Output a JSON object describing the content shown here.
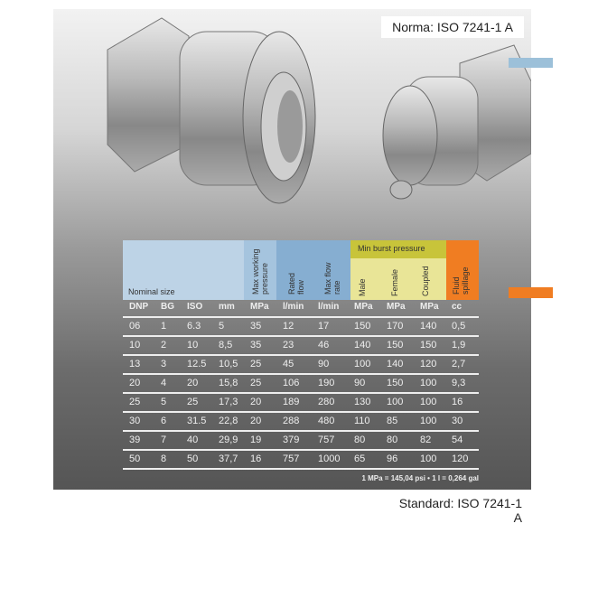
{
  "norma": "Norma: ISO 7241-1 A",
  "standard": "Standard: ISO 7241-1 A",
  "colors": {
    "nominal": "#bdd3e6",
    "pressure": "#a5c4de",
    "flow": "#86aed1",
    "burst_title": "#c8c43a",
    "burst": "#e9e597",
    "fluid": "#f07d22"
  },
  "table": {
    "group_headers": {
      "nominal": "Nominal size",
      "max_working": "Max working pressure",
      "rated_flow": "Rated flow",
      "max_flow": "Max flow rate",
      "burst": "Min burst pressure",
      "male": "Male",
      "female": "Female",
      "coupled": "Coupled",
      "fluid": "Fluid spillage"
    },
    "units": [
      "DNP",
      "BG",
      "ISO",
      "mm",
      "MPa",
      "l/min",
      "l/min",
      "MPa",
      "MPa",
      "MPa",
      "cc"
    ],
    "rows": [
      [
        "06",
        "1",
        "6.3",
        "5",
        "35",
        "12",
        "17",
        "150",
        "170",
        "140",
        "0,5"
      ],
      [
        "10",
        "2",
        "10",
        "8,5",
        "35",
        "23",
        "46",
        "140",
        "150",
        "150",
        "1,9"
      ],
      [
        "13",
        "3",
        "12.5",
        "10,5",
        "25",
        "45",
        "90",
        "100",
        "140",
        "120",
        "2,7"
      ],
      [
        "20",
        "4",
        "20",
        "15,8",
        "25",
        "106",
        "190",
        "90",
        "150",
        "100",
        "9,3"
      ],
      [
        "25",
        "5",
        "25",
        "17,3",
        "20",
        "189",
        "280",
        "130",
        "100",
        "100",
        "16"
      ],
      [
        "30",
        "6",
        "31.5",
        "22,8",
        "20",
        "288",
        "480",
        "110",
        "85",
        "100",
        "30"
      ],
      [
        "39",
        "7",
        "40",
        "29,9",
        "19",
        "379",
        "757",
        "80",
        "80",
        "82",
        "54"
      ],
      [
        "50",
        "8",
        "50",
        "37,7",
        "16",
        "757",
        "1000",
        "65",
        "96",
        "100",
        "120"
      ]
    ],
    "footnote": "1 MPa = 145,04 psi • 1 l = 0,264 gal"
  }
}
